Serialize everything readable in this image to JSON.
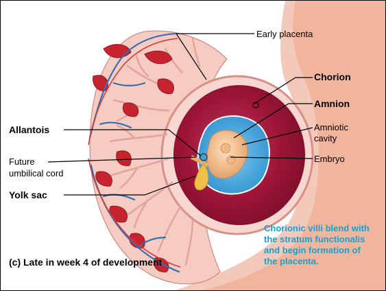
{
  "labels": {
    "early_placenta": "Early placenta",
    "chorion": "Chorion",
    "amnion": "Amnion",
    "amniotic_cavity_line1": "Amniotic",
    "amniotic_cavity_line2": "cavity",
    "embryo": "Embryo",
    "allantois": "Allantois",
    "future_cord_line1": "Future",
    "future_cord_line2": "umbilical cord",
    "yolk_sac": "Yolk sac"
  },
  "note": {
    "line1": "Chorionic villi blend with",
    "line2": "the stratum functionalis",
    "line3": "and begin formation of",
    "line4": "the placenta."
  },
  "caption": "(c) Late in week 4 of development",
  "colors": {
    "uterine_wall": "#f2b7a0",
    "decidua": "#f6cfc6",
    "placenta_blood": "#c8242f",
    "vessel_blue": "#2f6fb3",
    "villi": "#f8e0da",
    "chorionic_cavity": "#a4123a",
    "amniotic_fluid": "#3ea2d8",
    "embryo": "#f3c79a",
    "yolk_sac": "#f1c04a",
    "note_text": "#1aa0c8"
  }
}
